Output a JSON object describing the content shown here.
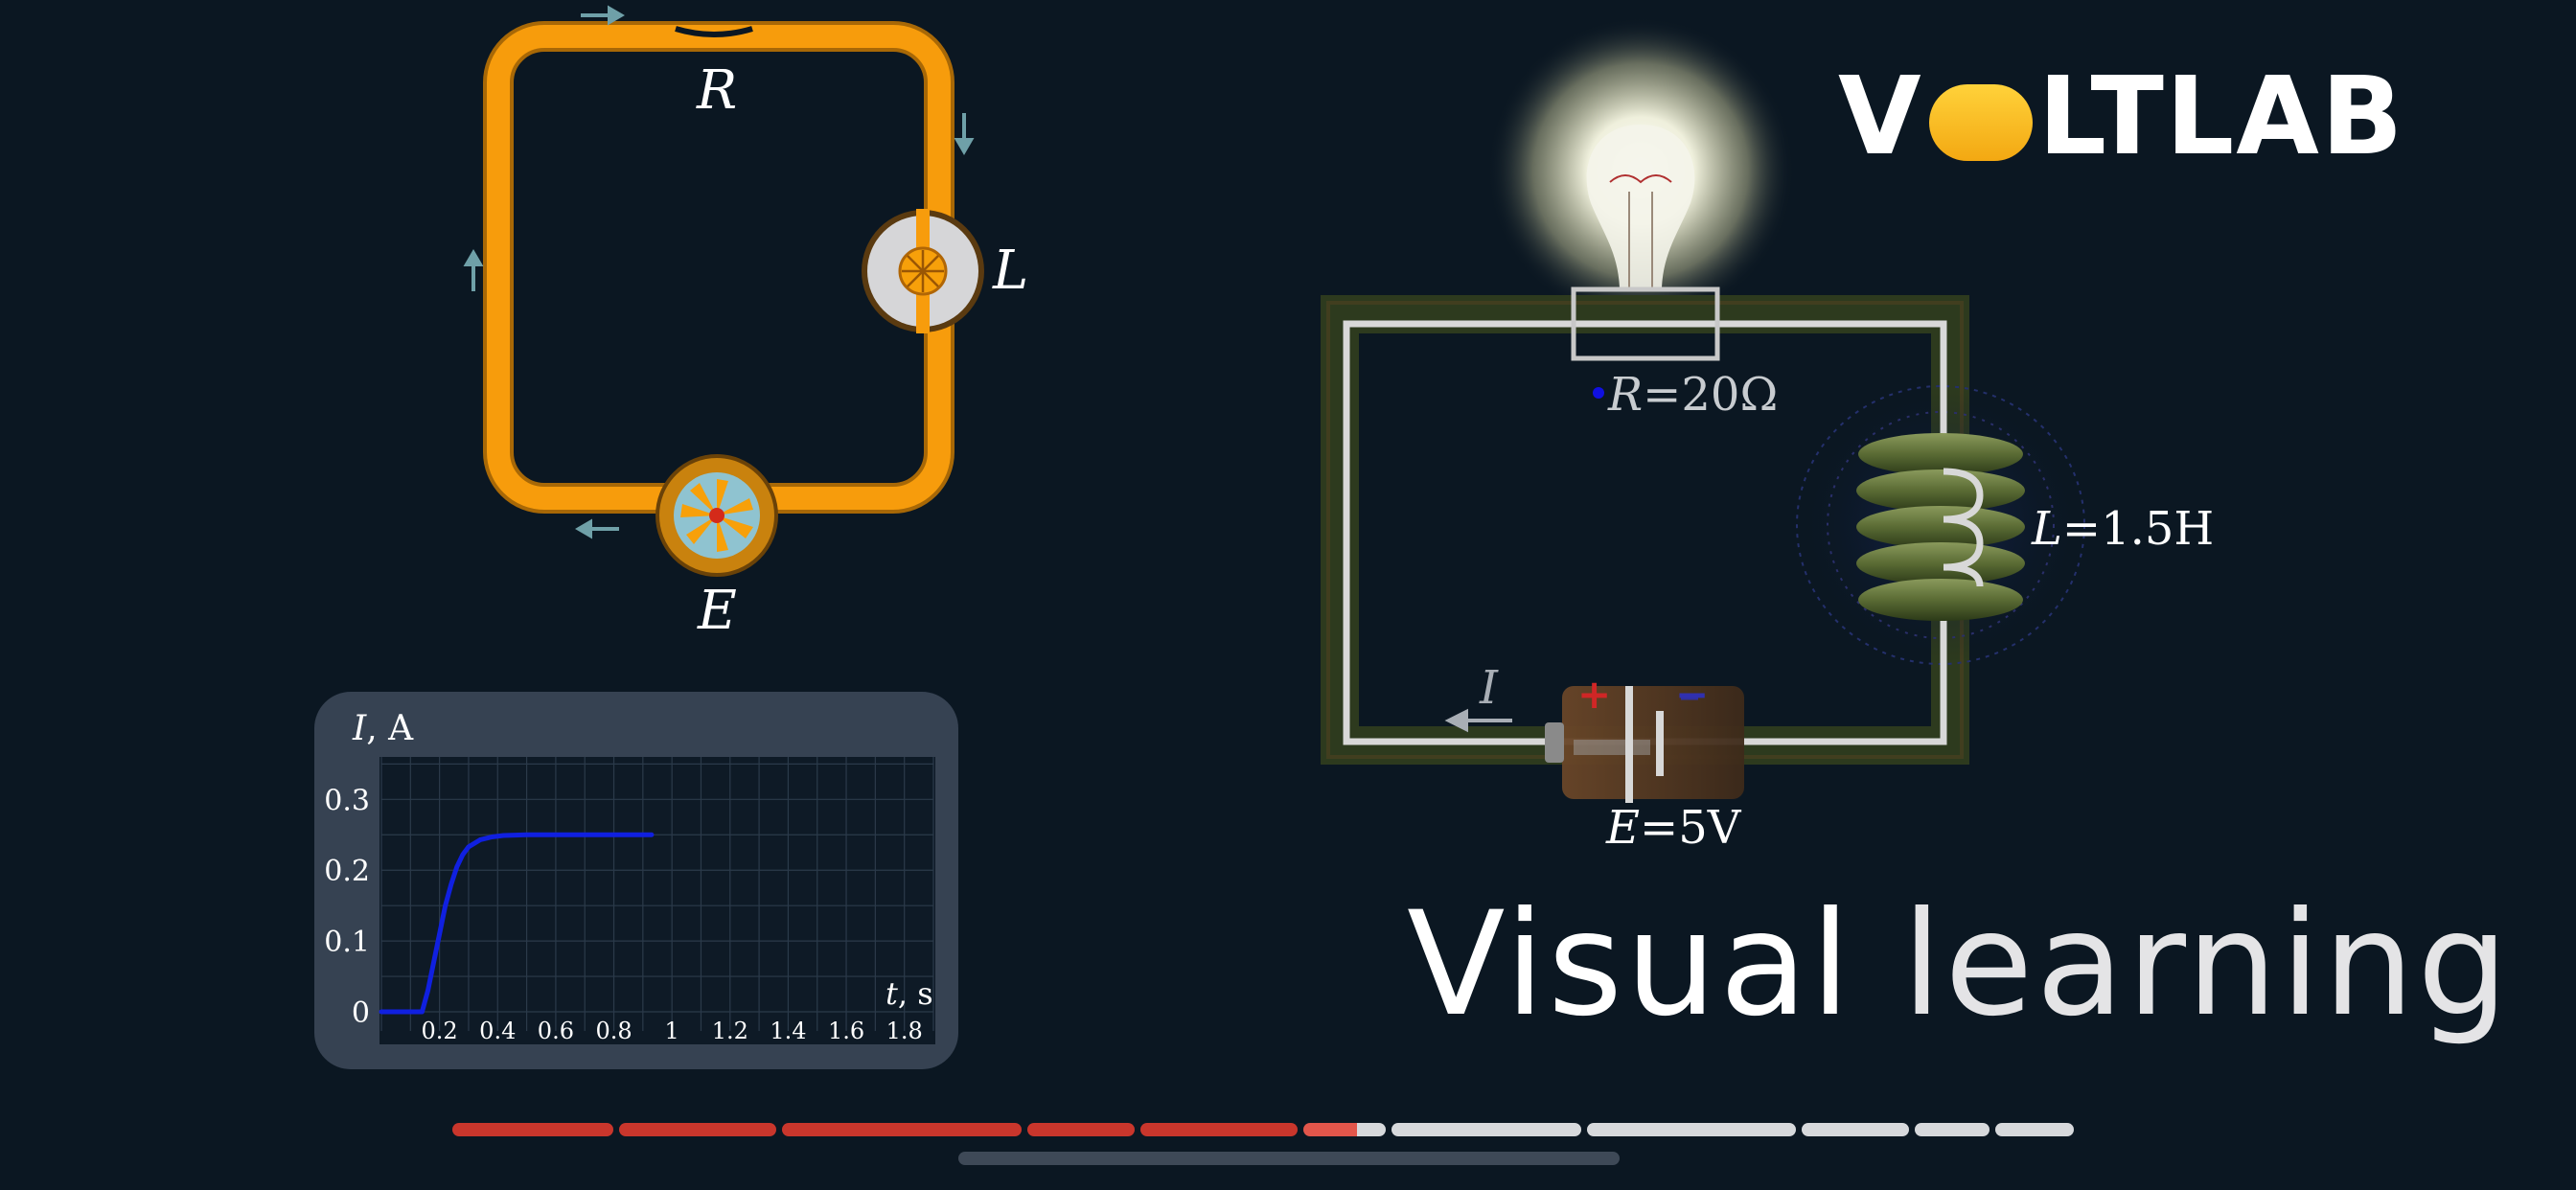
{
  "brand": {
    "logo_pre": "V",
    "logo_post": "LTLAB",
    "accent": "#f5b31a"
  },
  "headline": {
    "part1": "Visual ",
    "part2": "learning"
  },
  "schematic": {
    "labels": {
      "resistor": "R",
      "inductor": "L",
      "source": "E"
    },
    "wire_color": "#f7a00a"
  },
  "circuit": {
    "resistor_sym": "R",
    "resistor_val": "=20Ω",
    "inductor_sym": "L",
    "inductor_val": "=1.5H",
    "source_sym": "E",
    "source_val": "=5V",
    "current_sym": "I",
    "plus": "+",
    "minus": "−"
  },
  "chart_data": {
    "type": "line",
    "ylabel_sym": "I",
    "ylabel_unit": ", A",
    "xlabel_sym": "t",
    "xlabel_unit": ", s",
    "xticks": [
      "0.2",
      "0.4",
      "0.6",
      "0.8",
      "1",
      "1.2",
      "1.4",
      "1.6",
      "1.8"
    ],
    "yticks": [
      "0",
      "0.1",
      "0.2",
      "0.3"
    ],
    "xlim": [
      0,
      1.9
    ],
    "ylim": [
      0,
      0.36
    ],
    "series": [
      {
        "color": "#1020e0",
        "x": [
          0,
          0.14,
          0.16,
          0.18,
          0.2,
          0.22,
          0.24,
          0.26,
          0.28,
          0.3,
          0.34,
          0.38,
          0.42,
          0.5,
          0.6,
          0.7,
          0.8,
          0.93
        ],
        "y": [
          0,
          0,
          0.03,
          0.07,
          0.11,
          0.15,
          0.18,
          0.205,
          0.222,
          0.233,
          0.243,
          0.247,
          0.249,
          0.25,
          0.25,
          0.25,
          0.25,
          0.25
        ]
      }
    ],
    "grid": true
  },
  "progress": {
    "segments": [
      {
        "state": "done"
      },
      {
        "state": "done"
      },
      {
        "state": "done"
      },
      {
        "state": "done"
      },
      {
        "state": "done"
      },
      {
        "state": "current"
      },
      {
        "state": "todo"
      },
      {
        "state": "todo"
      },
      {
        "state": "todo"
      },
      {
        "state": "todo"
      },
      {
        "state": "todo"
      }
    ],
    "current_fill": 0.65,
    "colors": {
      "done": "#c9362c",
      "current": "#e2564b",
      "todo": "#d7d9dc"
    }
  }
}
